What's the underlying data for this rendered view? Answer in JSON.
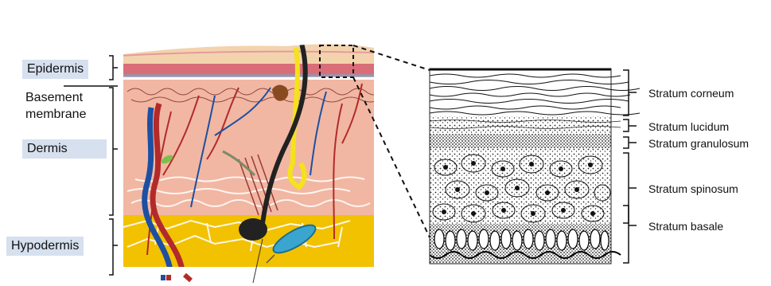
{
  "left_labels": {
    "epidermis": "Epidermis",
    "basement_line1": "Basement",
    "basement_line2": "membrane",
    "dermis": "Dermis",
    "hypodermis": "Hypodermis"
  },
  "right_labels": {
    "stratum_corneum": "Stratum corneum",
    "stratum_lucidum": "Stratum lucidum",
    "stratum_granulosum": "Stratum granulosum",
    "stratum_spinosum": "Stratum spinosum",
    "stratum_basale": "Stratum basale"
  },
  "colors": {
    "label_box": "#d6e0ef",
    "epidermis_surface": "#f3d3ad",
    "epidermis_band": "#d96d78",
    "dermis": "#f1b7a2",
    "hypodermis": "#f2c100",
    "artery": "#b22a2a",
    "vein": "#1d4fa3"
  }
}
